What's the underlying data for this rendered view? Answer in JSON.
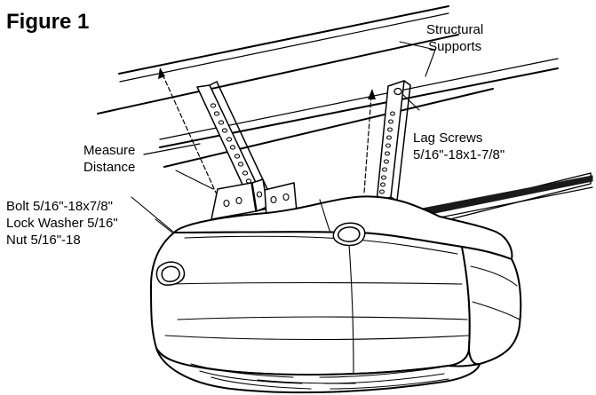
{
  "figure": {
    "title": "Figure 1"
  },
  "labels": {
    "structural_supports": [
      "Structural",
      "Supports"
    ],
    "measure_distance": [
      "Measure",
      "Distance"
    ],
    "lag_screws": [
      "Lag Screws",
      "5/16\"-18x1-7/8\""
    ],
    "hardware": [
      "Bolt 5/16\"-18x7/8\"",
      "Lock Washer 5/16\"",
      "Nut 5/16\"-18"
    ]
  },
  "colors": {
    "line": "#000000",
    "background": "#ffffff",
    "rail": "#1a1a1a"
  }
}
